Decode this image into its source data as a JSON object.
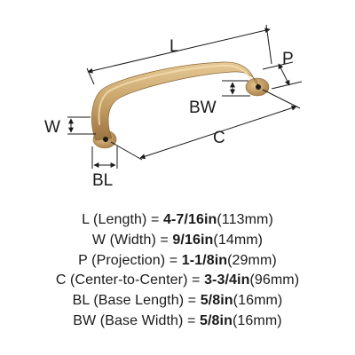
{
  "diagram": {
    "labels": {
      "L": "L",
      "P": "P",
      "W": "W",
      "BW": "BW",
      "C": "C",
      "BL": "BL"
    }
  },
  "specs": [
    {
      "name": "L (Length) = ",
      "value": "4-7/16in",
      "metric": "(113mm)"
    },
    {
      "name": "W (Width) = ",
      "value": "9/16in",
      "metric": "(14mm)"
    },
    {
      "name": "P (Projection) = ",
      "value": "1-1/8in",
      "metric": "(29mm)"
    },
    {
      "name": "C (Center-to-Center) = ",
      "value": "3-3/4in",
      "metric": "(96mm)"
    },
    {
      "name": "BL (Base Length) = ",
      "value": "5/8in",
      "metric": "(16mm)"
    },
    {
      "name": "BW (Base Width) = ",
      "value": "5/8in",
      "metric": "(16mm)"
    }
  ],
  "colors": {
    "handle": "#C9A46A",
    "handle_shadow": "#9C7340",
    "handle_highlight": "#E8CFA0",
    "line": "#1a1a1a"
  }
}
